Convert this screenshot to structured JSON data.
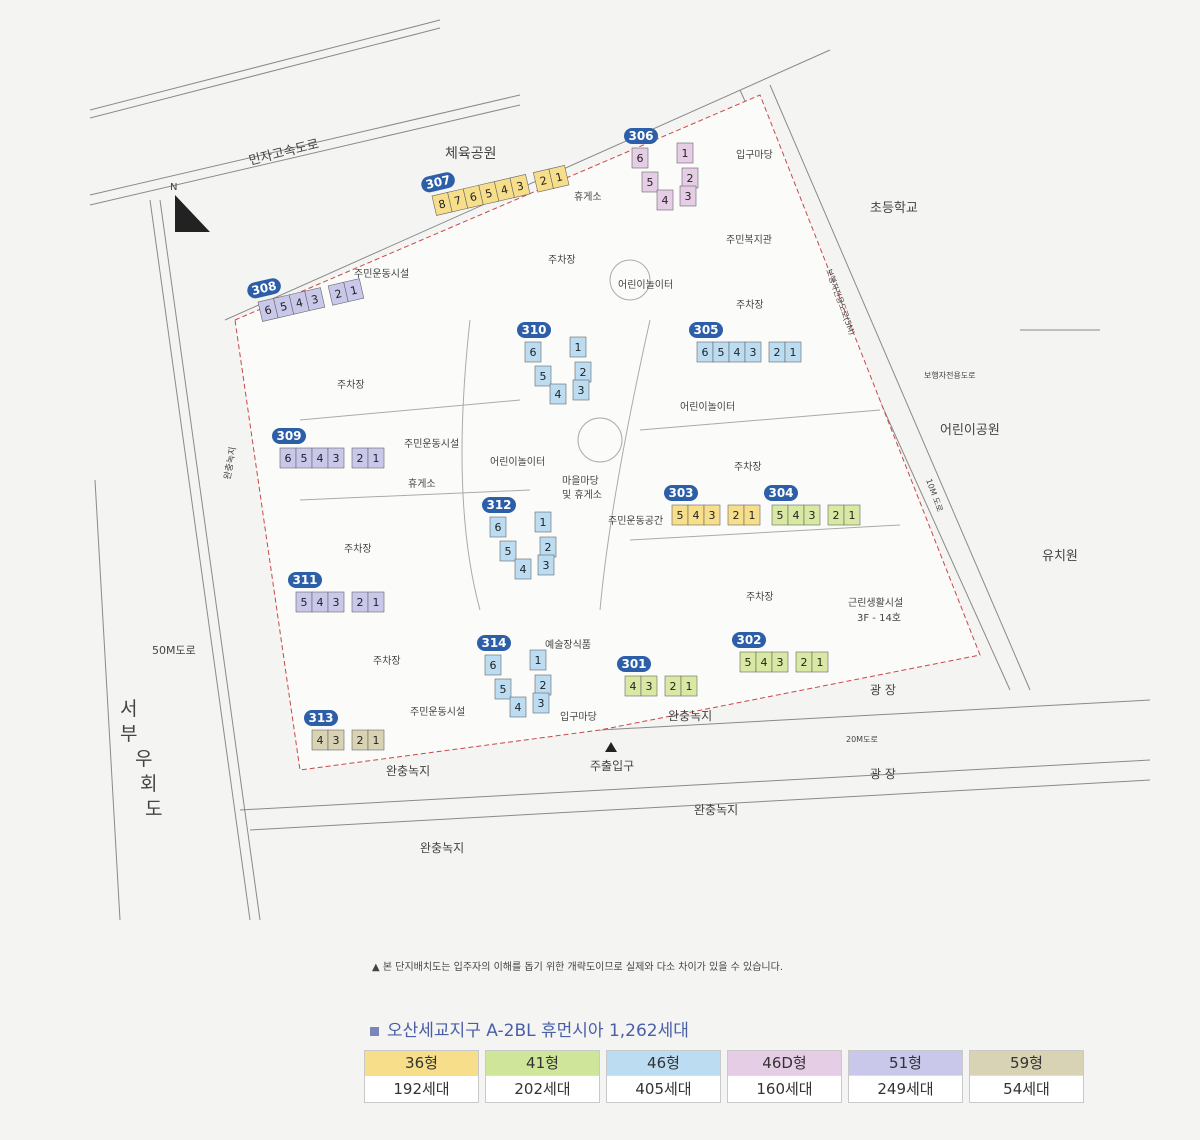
{
  "labels": {
    "expressway": "민자고속도로",
    "sports_park": "체육공원",
    "elementary": "초등학교",
    "north": "N",
    "entrance_yard_top": "입구마당",
    "welfare_center": "주민복지관",
    "rest_area_1": "휴게소",
    "parking_1": "주차장",
    "playground_1": "어린이놀이터",
    "fitness_1": "주민운동시설",
    "parking_2": "주차장",
    "parking_3": "주차장",
    "playground_2": "어린이놀이터",
    "bike_road": "보행자전용도로(5M)",
    "bike_road_2": "보행자전용도로",
    "childrens_park": "어린이공원",
    "fitness_2": "주민운동시설",
    "rest_area_2": "휴게소",
    "playground_3": "어린이놀이터",
    "village_yard": "마을마당",
    "village_yard_2": "및 휴게소",
    "parking_4": "주차장",
    "fitness_space": "주민운동공간",
    "road_10m": "10M 도로",
    "kindergarten": "유치원",
    "buffer_left": "완충녹지",
    "parking_5": "주차장",
    "parking_6": "주차장",
    "neighborhood": "근린생활시설",
    "neighborhood_2": "3F - 14호",
    "road_50m": "50M도로",
    "west_ring_road": "서부우회도로",
    "parking_7": "주차장",
    "art_piece": "예술장식품",
    "fitness_3": "주민운동시설",
    "entrance_yard_bottom": "입구마당",
    "plaza_1": "광 장",
    "buffer_1": "완충녹지",
    "road_20m": "20M도로",
    "buffer_2": "완충녹지",
    "main_entrance": "주출입구",
    "plaza_2": "광 장",
    "buffer_3": "완충녹지",
    "buffer_4": "완충녹지"
  },
  "buildings": [
    {
      "id": "306",
      "color": "#e6cde6",
      "units": [
        "6",
        "1",
        "5",
        "2",
        "4",
        "3"
      ]
    },
    {
      "id": "307",
      "color": "#f6de8a",
      "units": [
        "8",
        "7",
        "6",
        "5",
        "4",
        "3",
        "2",
        "1"
      ]
    },
    {
      "id": "308",
      "color": "#c9c7ea",
      "units": [
        "6",
        "5",
        "4",
        "3",
        "2",
        "1"
      ]
    },
    {
      "id": "310",
      "color": "#bcdcf2",
      "units": [
        "6",
        "1",
        "5",
        "2",
        "4",
        "3"
      ]
    },
    {
      "id": "305",
      "color": "#bcdcf2",
      "units": [
        "6",
        "5",
        "4",
        "3",
        "2",
        "1"
      ]
    },
    {
      "id": "309",
      "color": "#c9c7ea",
      "units": [
        "6",
        "5",
        "4",
        "3",
        "2",
        "1"
      ]
    },
    {
      "id": "312",
      "color": "#bcdcf2",
      "units": [
        "6",
        "1",
        "5",
        "2",
        "4",
        "3"
      ]
    },
    {
      "id": "303",
      "color": "#f6de8a",
      "units": [
        "5",
        "4",
        "3",
        "2",
        "1"
      ]
    },
    {
      "id": "304",
      "color": "#d9e8a3",
      "units": [
        "5",
        "4",
        "3",
        "2",
        "1"
      ]
    },
    {
      "id": "311",
      "color": "#c9c7ea",
      "units": [
        "5",
        "4",
        "3",
        "2",
        "1"
      ]
    },
    {
      "id": "314",
      "color": "#bcdcf2",
      "units": [
        "6",
        "1",
        "5",
        "2",
        "4",
        "3"
      ]
    },
    {
      "id": "301",
      "color": "#d9e8a3",
      "units": [
        "4",
        "3",
        "2",
        "1"
      ]
    },
    {
      "id": "302",
      "color": "#d9e8a3",
      "units": [
        "5",
        "4",
        "3",
        "2",
        "1"
      ]
    },
    {
      "id": "313",
      "color": "#d8d3b4",
      "units": [
        "4",
        "3",
        "2",
        "1"
      ]
    }
  ],
  "note": "▲ 본 단지배치도는 입주자의 이해를 돕기 위한 개략도이므로 실제와 다소 차이가 있을 수 있습니다.",
  "title": "오산세교지구 A-2BL 휴먼시아 1,262세대",
  "legend": [
    {
      "type": "36형",
      "count": "192세대",
      "color": "#f6de8a"
    },
    {
      "type": "41형",
      "count": "202세대",
      "color": "#cfe59a"
    },
    {
      "type": "46형",
      "count": "405세대",
      "color": "#bcdcf2"
    },
    {
      "type": "46D형",
      "count": "160세대",
      "color": "#e6cde6"
    },
    {
      "type": "51형",
      "count": "249세대",
      "color": "#c9c7ea"
    },
    {
      "type": "59형",
      "count": "54세대",
      "color": "#d8d3b4"
    }
  ]
}
